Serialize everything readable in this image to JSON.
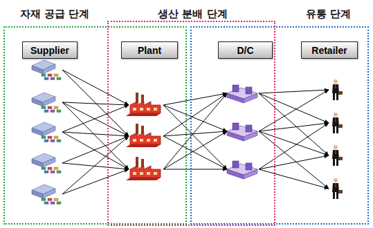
{
  "diagram": {
    "nodes": [
      {
        "text": [
          "자재 공급 단계"
        ]
      },
      {
        "text": [
          "Supplier"
        ],
        "in": 0
      },
      {
        "text": [
          "생산 분배 단계"
        ]
      },
      {
        "text": [
          "Plant"
        ],
        "in": 2
      },
      {
        "text": [
          "D/C"
        ],
        "in": 2
      },
      {
        "text": [
          "유통 단계"
        ]
      },
      {
        "text": [
          "Retailer"
        ],
        "in": 5
      }
    ]
  }
}
